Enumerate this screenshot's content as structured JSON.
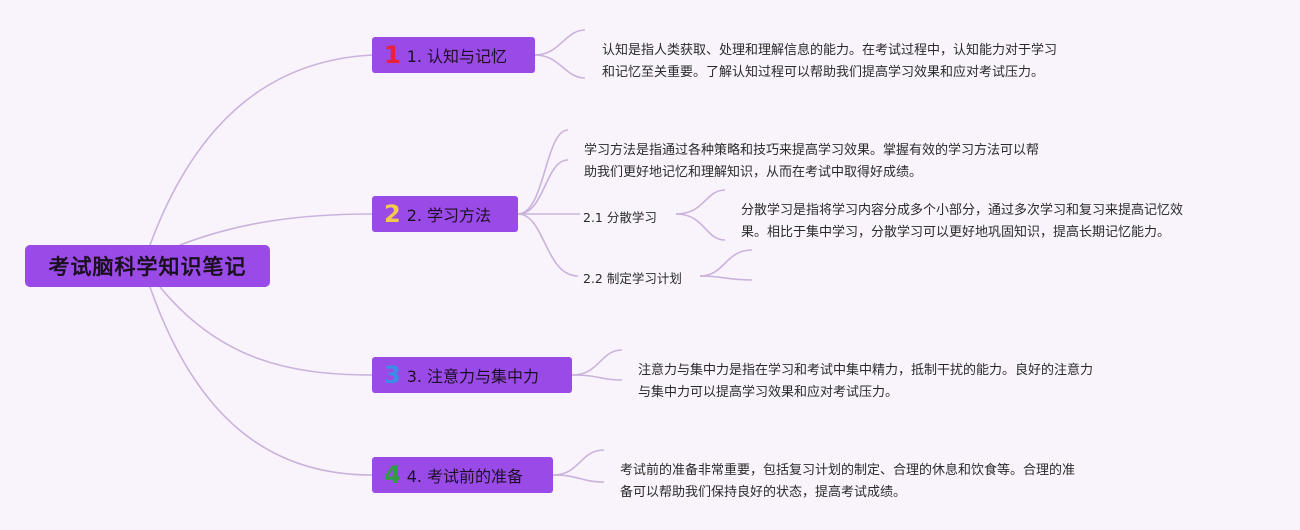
{
  "root": {
    "title": "考试脑科学知识笔记"
  },
  "branches": [
    {
      "number": "1",
      "number_color": "#e8213f",
      "label": "1. 认知与记忆",
      "desc_lines": [
        "认知是指人类获取、处理和理解信息的能力。在考试过程中，认知能力对于学习",
        "和记忆至关重要。了解认知过程可以帮助我们提高学习效果和应对考试压力。"
      ]
    },
    {
      "number": "2",
      "number_color": "#f3c94d",
      "label": "2. 学习方法",
      "desc_lines": [
        "学习方法是指通过各种策略和技巧来提高学习效果。掌握有效的学习方法可以帮",
        "助我们更好地记忆和理解知识，从而在考试中取得好成绩。"
      ],
      "children": [
        {
          "label": "2.1 分散学习",
          "desc_lines": [
            "分散学习是指将学习内容分成多个小部分，通过多次学习和复习来提高记忆效",
            "果。相比于集中学习，分散学习可以更好地巩固知识，提高长期记忆能力。"
          ]
        },
        {
          "label": "2.2 制定学习计划"
        }
      ]
    },
    {
      "number": "3",
      "number_color": "#3a8ee6",
      "label": "3. 注意力与集中力",
      "desc_lines": [
        "注意力与集中力是指在学习和考试中集中精力，抵制干扰的能力。良好的注意力",
        "与集中力可以提高学习效果和应对考试压力。"
      ]
    },
    {
      "number": "4",
      "number_color": "#2f9e3f",
      "label": "4. 考试前的准备",
      "desc_lines": [
        "考试前的准备非常重要，包括复习计划的制定、合理的休息和饮食等。合理的准",
        "备可以帮助我们保持良好的状态，提高考试成绩。"
      ]
    }
  ],
  "colors": {
    "background": "#f9f4fb",
    "node": "#9a4ae6",
    "link": "#c9b3dc"
  }
}
